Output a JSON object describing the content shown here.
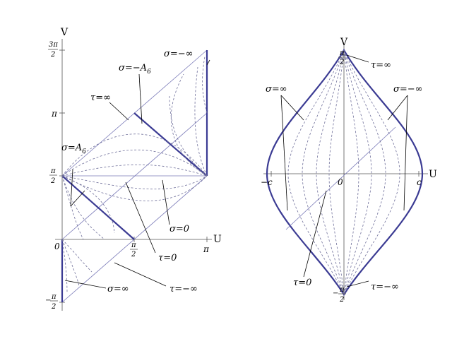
{
  "left": {
    "axis_v": "V",
    "axis_u": "U",
    "tick_3pi2_num": "3π",
    "tick_3pi2_den": "2",
    "tick_pi_y": "π",
    "tick_pi2_y_num": "π",
    "tick_pi2_y_den": "2",
    "tick_zero": "0",
    "tick_mpi2_num": "π",
    "tick_mpi2_den": "2",
    "tick_mpi2_sign": "−",
    "tick_pi2_x_num": "π",
    "tick_pi2_x_den": "2",
    "tick_pi_x": "π",
    "sigma_minf_top": "σ=−∞",
    "sigma_mA6": "σ=−A",
    "sigma_mA6_sub": "6",
    "tau_inf": "τ=∞",
    "sigma_A6": "σ=A",
    "sigma_A6_sub": "6",
    "sigma_zero": "σ=0",
    "tau_zero": "τ=0",
    "sigma_inf_bottom": "σ=∞",
    "tau_minf": "τ=−∞"
  },
  "right": {
    "axis_v": "V",
    "axis_u": "U",
    "tick_top_num": "π",
    "tick_top_den": "2",
    "tick_bot_sign": "−",
    "tick_bot_num": "π",
    "tick_bot_den": "2",
    "tick_mc": "−c",
    "tick_zero": "0",
    "tick_c": "c",
    "tau_inf": "τ=∞",
    "tau_minf": "τ=−∞",
    "sigma_inf": "σ=∞",
    "sigma_minf": "σ=−∞",
    "tau_zero": "τ=0"
  }
}
